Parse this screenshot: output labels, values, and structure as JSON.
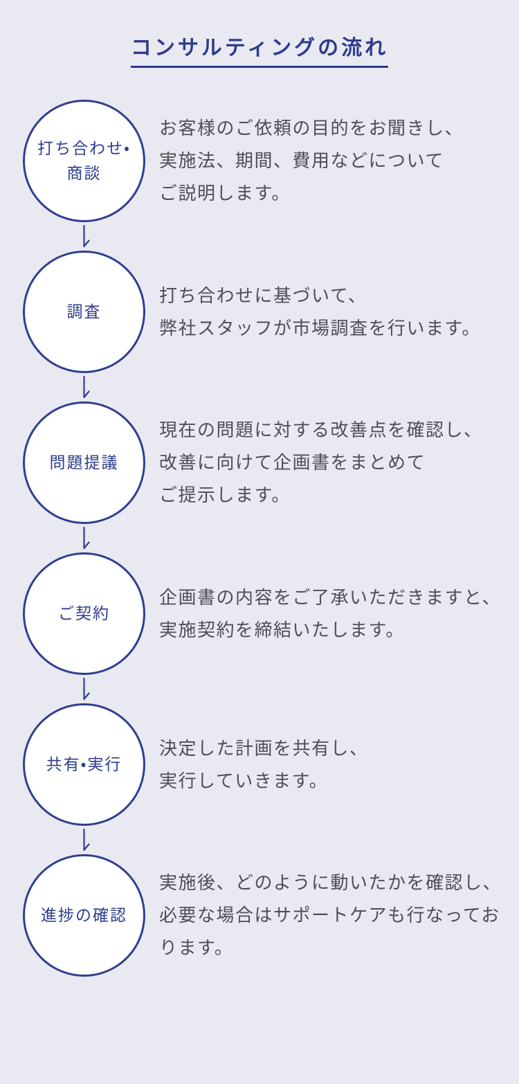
{
  "colors": {
    "background": "#e9e9f2",
    "accent_navy": "#2c3c8c",
    "circle_border": "#2e3f8f",
    "circle_fill": "#ffffff",
    "body_text": "#4e4e55"
  },
  "icons": {
    "between_steps": "arrow-down-icon"
  },
  "title": "コンサルティングの流れ",
  "steps": [
    {
      "label": "打ち合わせ・\n商談",
      "description": "お客様のご依頼の目的をお聞きし、\n実施法、期間、費用などについて\nご説明します。"
    },
    {
      "label": "調査",
      "description": "打ち合わせに基づいて、\n弊社スタッフが市場調査を行います。"
    },
    {
      "label": "問題提議",
      "description": "現在の問題に対する改善点を確認し、\n改善に向けて企画書をまとめて\nご提示します。"
    },
    {
      "label": "ご契約",
      "description": "企画書の内容をご了承いただきますと、\n実施契約を締結いたします。"
    },
    {
      "label": "共有・実行",
      "description": "決定した計画を共有し、\n実行していきます。"
    },
    {
      "label": "進捗の確認",
      "description": "実施後、どのように動いたかを確認し、\n必要な場合はサポートケアも行なってお\nります。"
    }
  ]
}
